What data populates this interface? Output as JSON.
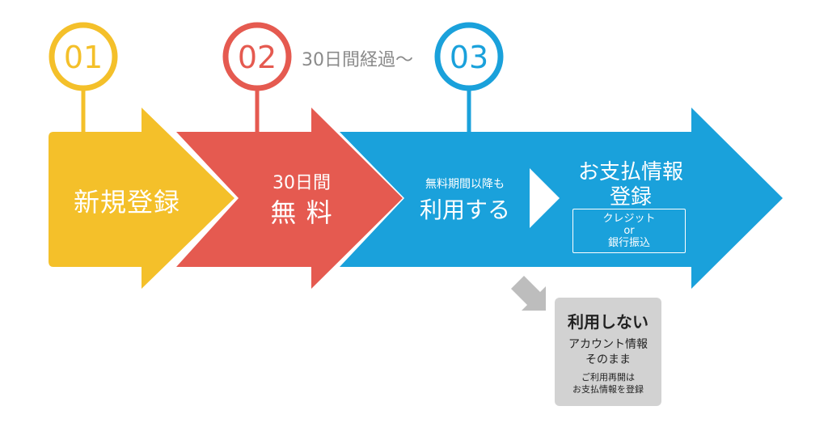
{
  "steps": [
    {
      "num": "01",
      "label": "新規登録",
      "color": "#F4C02A"
    },
    {
      "num": "02",
      "label_line1": "30日間",
      "label_line2": "無 料",
      "color": "#E55A50"
    },
    {
      "num": "03",
      "label_small": "無料期間以降も",
      "label_big": "利用する",
      "color": "#1AA1DB"
    }
  ],
  "gap_label": "30日間経過〜",
  "payment": {
    "title_line1": "お支払情報",
    "title_line2": "登録",
    "box_line1": "クレジット",
    "box_line2": "or",
    "box_line3": "銀行振込"
  },
  "not_use": {
    "title": "利用しない",
    "line1": "アカウント情報",
    "line2": "そのまま",
    "small1": "ご利用再開は",
    "small2": "お支払情報を登録"
  },
  "colors": {
    "yellow": "#F4C02A",
    "red": "#E55A50",
    "blue": "#1AA1DB",
    "gray_arrow": "#BDBDBD",
    "gray_box": "#D2D2D2"
  },
  "icons": [
    "down-right-arrow-icon",
    "chevron-right-icon"
  ]
}
